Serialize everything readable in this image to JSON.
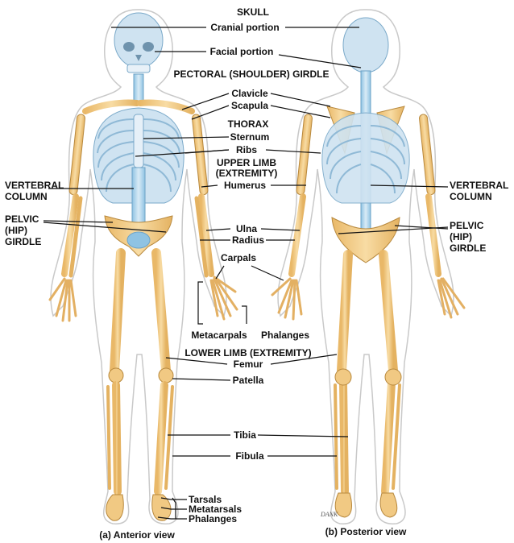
{
  "labels": {
    "skull": "SKULL",
    "cranial": "Cranial portion",
    "facial": "Facial portion",
    "pectoral": "PECTORAL (SHOULDER) GIRDLE",
    "clavicle": "Clavicle",
    "scapula": "Scapula",
    "thorax": "THORAX",
    "sternum": "Sternum",
    "ribs": "Ribs",
    "upper_limb_1": "UPPER LIMB",
    "upper_limb_2": "(EXTREMITY)",
    "humerus": "Humerus",
    "vertebral_left_1": "VERTEBRAL",
    "vertebral_left_2": "COLUMN",
    "vertebral_right_1": "VERTEBRAL",
    "vertebral_right_2": "COLUMN",
    "pelvic_left_1": "PELVIC",
    "pelvic_left_2": "(HIP)",
    "pelvic_left_3": "GIRDLE",
    "pelvic_right_1": "PELVIC",
    "pelvic_right_2": "(HIP)",
    "pelvic_right_3": "GIRDLE",
    "ulna": "Ulna",
    "radius": "Radius",
    "carpals": "Carpals",
    "metacarpals": "Metacarpals",
    "phalanges_hand": "Phalanges",
    "lower_limb": "LOWER LIMB (EXTREMITY)",
    "femur": "Femur",
    "patella": "Patella",
    "tibia": "Tibia",
    "fibula": "Fibula",
    "tarsals": "Tarsals",
    "metatarsals": "Metatarsals",
    "phalanges_foot": "Phalanges"
  },
  "captions": {
    "anterior": "(a) Anterior view",
    "posterior": "(b) Posterior view"
  },
  "signature": "DANK",
  "colors": {
    "bone": "#f1c983",
    "bone_outline": "#b8893e",
    "cartilage_blue": "#b9d8ec",
    "skull_blue": "#cfe3f1",
    "spine_blue": "#8fc3e3",
    "body_outline": "#c9c9c9",
    "leader_line": "#111111"
  }
}
